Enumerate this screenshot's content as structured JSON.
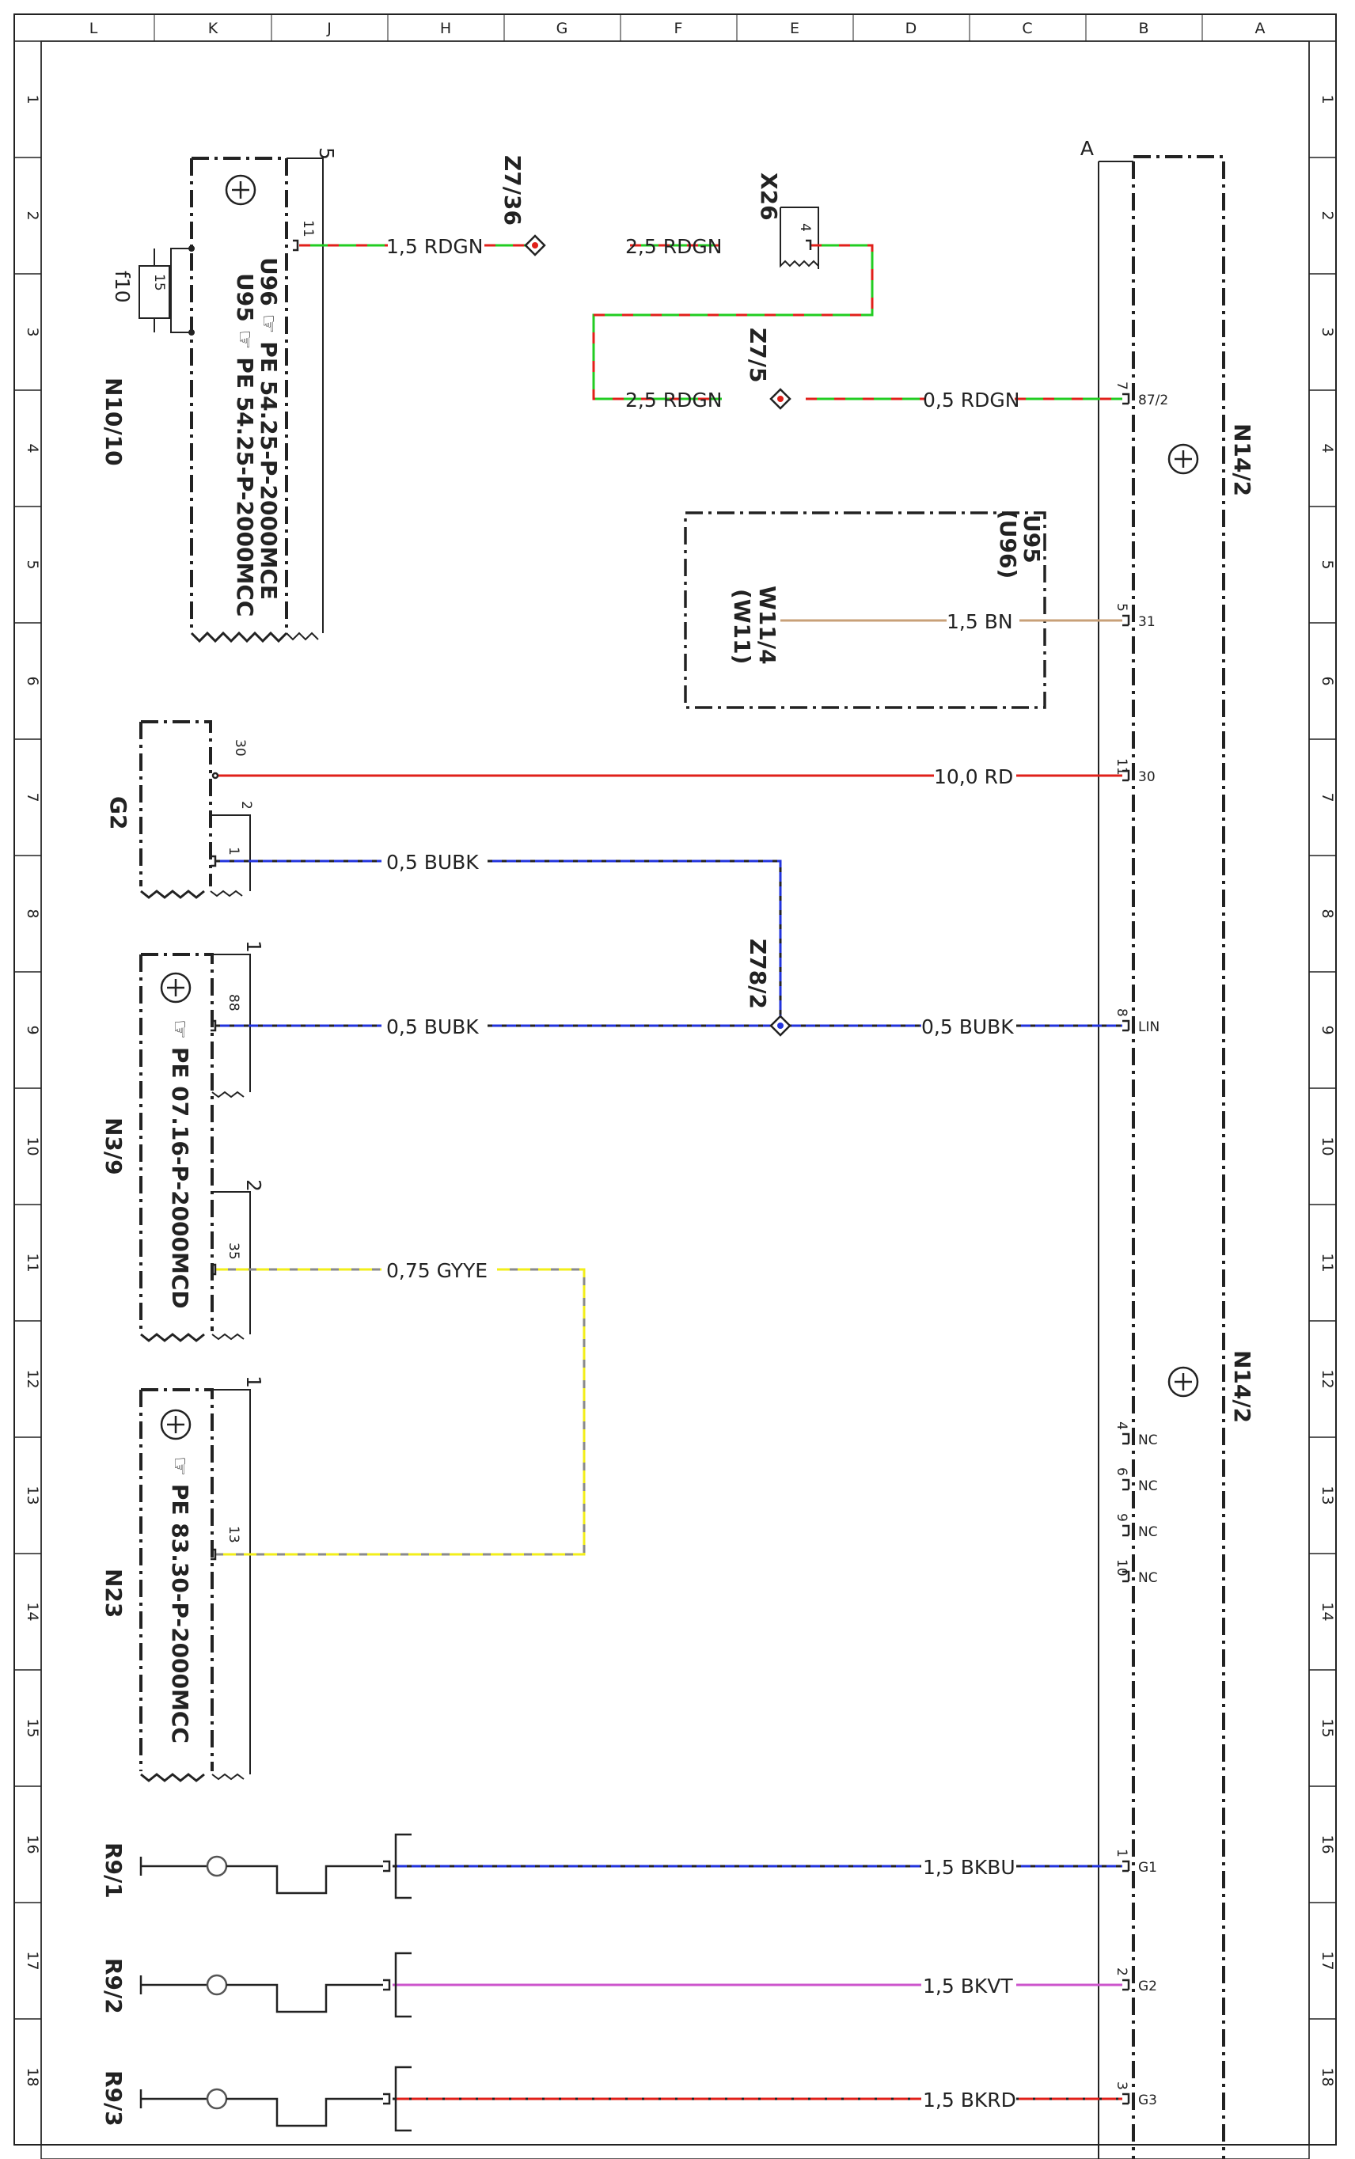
{
  "frame": {
    "column_letters": [
      "L",
      "K",
      "J",
      "H",
      "G",
      "F",
      "E",
      "D",
      "C",
      "B",
      "A"
    ],
    "row_numbers": [
      "1",
      "2",
      "3",
      "4",
      "5",
      "6",
      "7",
      "8",
      "9",
      "10",
      "11",
      "12",
      "13",
      "14",
      "15",
      "16",
      "17",
      "18"
    ]
  },
  "components": {
    "n10_10": {
      "id": "N10/10",
      "conn": "5",
      "pin": "11",
      "ref1": "U95 ☞ PE 54.25-P-2000MCC",
      "ref2": "U96 ☞ PE 54.25-P-2000MCE"
    },
    "fuse": {
      "id": "f10",
      "value": "15"
    },
    "x26": {
      "id": "X26",
      "pin": "4"
    },
    "z7_36": {
      "id": "Z7/36"
    },
    "z7_5": {
      "id": "Z7/5"
    },
    "z78_2": {
      "id": "Z78/2"
    },
    "w11": {
      "id": "W11/4",
      "alt": "(W11)",
      "variant": "U95",
      "variant_alt": "(U96)"
    },
    "g2": {
      "id": "G2",
      "pin30": "30",
      "conn2": "2",
      "pin1": "1"
    },
    "n3_9": {
      "id": "N3/9",
      "conn1": "1",
      "pin88": "88",
      "conn2": "2",
      "pin35": "35",
      "ref": "☞ PE 07.16-P-2000MCD"
    },
    "n23": {
      "id": "N23",
      "conn": "1",
      "pin": "13",
      "ref": "☞ PE 83.30-P-2000MCC"
    },
    "r9_1": {
      "id": "R9/1"
    },
    "r9_2": {
      "id": "R9/2"
    },
    "r9_3": {
      "id": "R9/3"
    },
    "n14_2": {
      "id": "N14/2",
      "conn": "A"
    }
  },
  "wires": {
    "w1": "1,5 RDGN",
    "w2": "2,5 RDGN",
    "w3": "2,5 RDGN",
    "w4": "0,5 RDGN",
    "w5": "1,5 BN",
    "w6": "10,0 RD",
    "w7": "0,5 BUBK",
    "w8": "0,5 BUBK",
    "w9": "0,5 BUBK",
    "w10": "0,75 GYYE",
    "w11": "1,5 BKBU",
    "w12": "1,5 BKVT",
    "w13": "1,5 BKRD"
  },
  "n14_pins": [
    {
      "num": "7",
      "name": "87/2"
    },
    {
      "num": "5",
      "name": "31"
    },
    {
      "num": "11",
      "name": "30"
    },
    {
      "num": "8",
      "name": "LIN"
    },
    {
      "num": "4",
      "name": "NC"
    },
    {
      "num": "6",
      "name": "NC"
    },
    {
      "num": "9",
      "name": "NC"
    },
    {
      "num": "10",
      "name": "NC"
    },
    {
      "num": "1",
      "name": "G1"
    },
    {
      "num": "2",
      "name": "G2"
    },
    {
      "num": "3",
      "name": "G3"
    }
  ],
  "colors": {
    "red": "#e0201a",
    "green": "#22cc22",
    "blue": "#2233dd",
    "black": "#222222",
    "brown": "#c8a078",
    "gray": "#8a8a8a",
    "yellow": "#f2ee1a",
    "violet": "#cc55cc"
  }
}
